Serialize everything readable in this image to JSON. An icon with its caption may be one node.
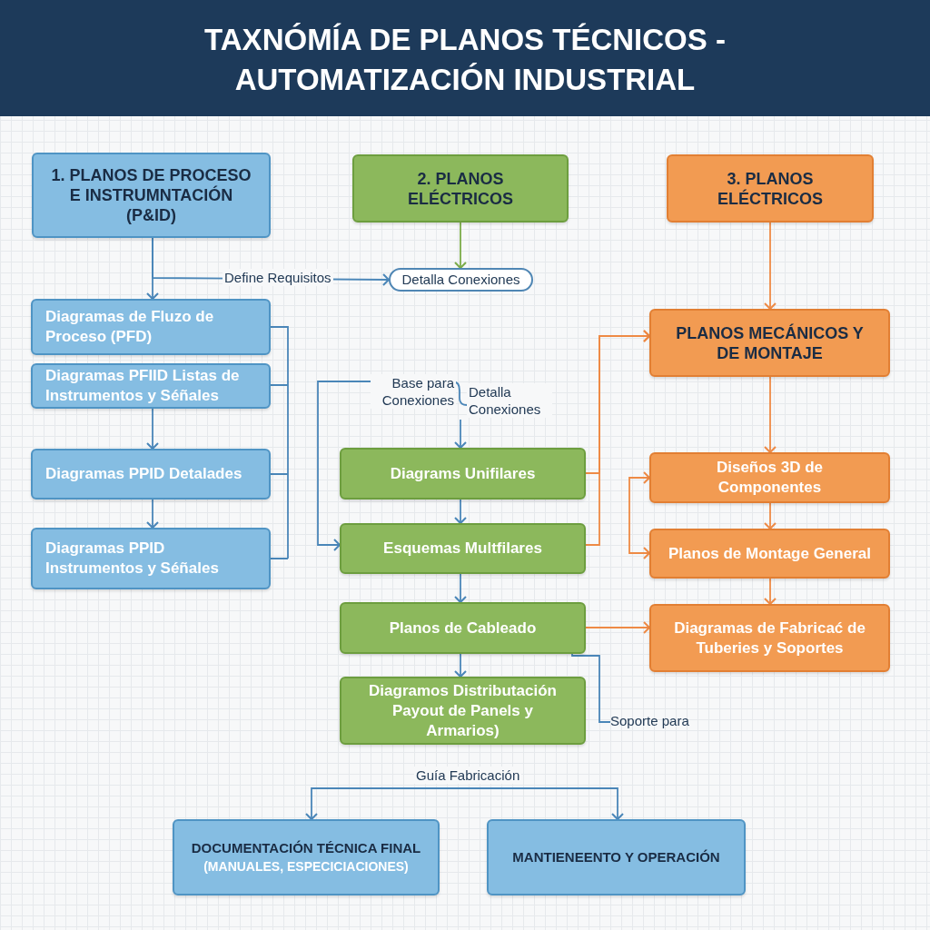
{
  "diagram": {
    "title": "TAXNÓMÍA DE PLANOS TÉCNICOS - AUTOMATIZACIÓN INDUSTRIAL",
    "nodes": [
      {
        "text": [
          "1. PLANOS DE PROCESO E INSTRUMNTACIÓN (P&ID)"
        ]
      },
      {
        "text": [
          "2. PLANOS ELÉCTRICOS"
        ]
      },
      {
        "text": [
          "3. PLANOS ELÉCTRICOS"
        ]
      },
      {
        "text": [
          "Detalla Conexiones"
        ]
      },
      {
        "text": [
          "Diagramas de Fluzo de Proceso (PFD)"
        ]
      },
      {
        "text": [
          "Diagramas PFIID Listas de Instrumentos y Séñales"
        ]
      },
      {
        "text": [
          "Diagramas PPID Detalades"
        ]
      },
      {
        "text": [
          "Diagramas PPID Instrumentos y Séñales"
        ]
      },
      {
        "text": [
          "Diagrams Unifilares"
        ]
      },
      {
        "text": [
          "Esquemas Multfilares"
        ]
      },
      {
        "text": [
          "Planos de Cableado"
        ]
      },
      {
        "text": [
          "Diagramos Distributación Payout de Panels y Armarios)"
        ]
      },
      {
        "text": [
          "PLANOS MECÁNICOS Y DE MONTAJE"
        ]
      },
      {
        "text": [
          "Diseños 3D de Componentes"
        ]
      },
      {
        "text": [
          "Planos de Montage General"
        ]
      },
      {
        "text": [
          "Diagramas de Fabricać de Tuberies y Soportes"
        ]
      },
      {
        "text": [
          "DOCUMENTACIÓN TÉCNICA FINAL",
          "(MANUALES, ESPECICIACIONES)"
        ]
      },
      {
        "text": [
          "MANTIENEENTO Y OPERACIÓN"
        ]
      },
      {
        "text": [
          "Soporte para"
        ]
      }
    ],
    "edges": [
      {
        "from": 0,
        "to": 4,
        "arrow": "to"
      },
      {
        "from": 0,
        "to": 3,
        "arrow": "to",
        "label": "Define Requisitos"
      },
      {
        "from": 1,
        "to": 3,
        "arrow": "to",
        "color": "#7aab48"
      },
      {
        "from": null,
        "to": 8,
        "arrow": "to",
        "label": "Detalla Conexiones"
      },
      {
        "from": null,
        "to": 9,
        "arrow": "to",
        "label": "Base para Conexiones"
      },
      {
        "from": 5,
        "to": 6,
        "arrow": "to"
      },
      {
        "from": 6,
        "to": 7,
        "arrow": "to"
      },
      {
        "from": 8,
        "to": 9,
        "arrow": "to"
      },
      {
        "from": 9,
        "to": 10,
        "arrow": "to"
      },
      {
        "from": 10,
        "to": 11,
        "arrow": "to"
      },
      {
        "from": 10,
        "to": 18,
        "arrow": "none"
      },
      {
        "from": 10,
        "to": 15,
        "arrow": "to",
        "color": "#ee8a45"
      },
      {
        "from": 8,
        "to": 12,
        "arrow": "to",
        "color": "#ee8a45"
      },
      {
        "from": 9,
        "to": 12,
        "arrow": "to",
        "color": "#ee8a45"
      },
      {
        "from": 2,
        "to": 12,
        "arrow": "to",
        "color": "#ee8a45"
      },
      {
        "from": 12,
        "to": 13,
        "arrow": "to",
        "color": "#ee8a45"
      },
      {
        "from": 13,
        "to": 14,
        "arrow": "to",
        "color": "#ee8a45"
      },
      {
        "from": 13,
        "to": 14,
        "arrow": "both",
        "color": "#ee8a45"
      },
      {
        "from": 14,
        "to": 15,
        "arrow": "to",
        "color": "#ee8a45"
      },
      {
        "from": 16,
        "to": 17,
        "arrow": "both",
        "label": "Guía Fabricación"
      }
    ]
  }
}
